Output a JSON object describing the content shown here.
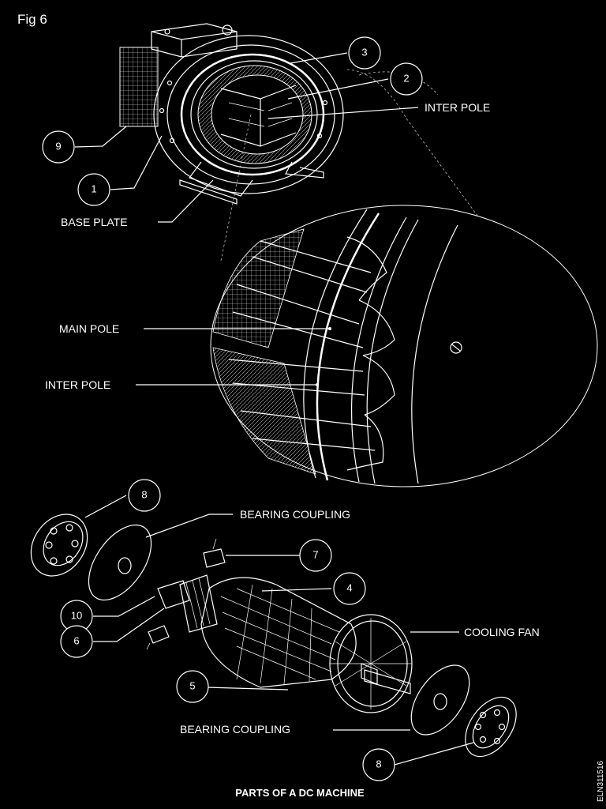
{
  "figure_label": "Fig 6",
  "title": "PARTS OF A DC MACHINE",
  "code": "ELN311516",
  "labels": {
    "inter_pole_top": "INTER POLE",
    "base_plate": "BASE PLATE",
    "main_pole": "MAIN POLE",
    "inter_pole_detail": "INTER POLE",
    "bearing_coupling_top": "BEARING COUPLING",
    "cooling_fan": "COOLING FAN",
    "bearing_coupling_bottom": "BEARING COUPLING"
  },
  "callouts": [
    "1",
    "2",
    "3",
    "4",
    "5",
    "6",
    "7",
    "8",
    "8",
    "9",
    "10"
  ]
}
